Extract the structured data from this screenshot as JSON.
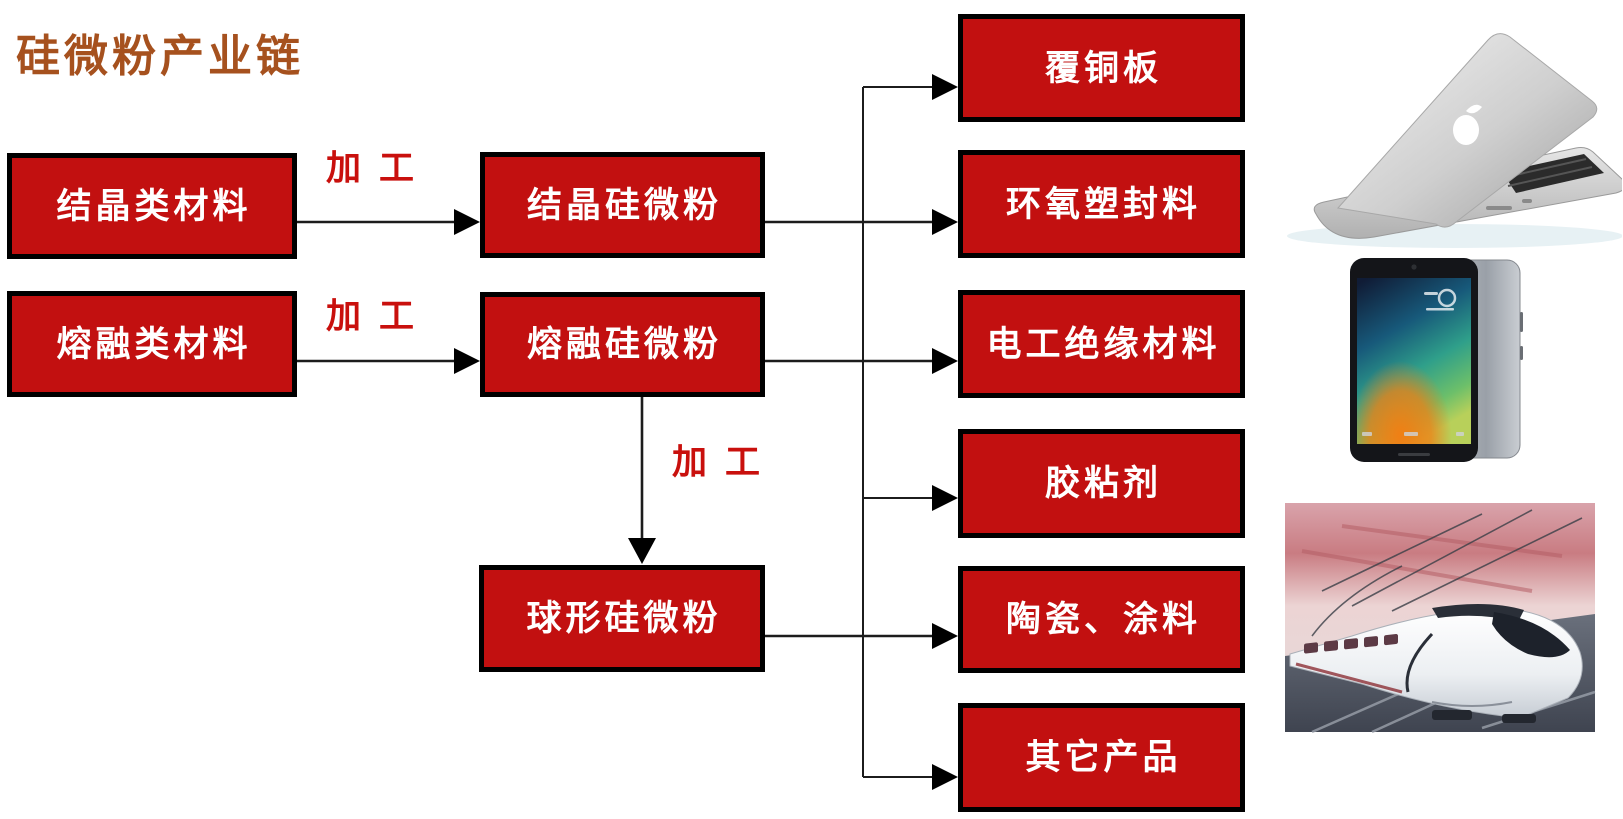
{
  "title": {
    "text": "硅微粉产业链"
  },
  "colors": {
    "title_text": "#A6511E",
    "box_fill": "#C21010",
    "box_border": "#000000",
    "box_text": "#FFFFFF",
    "process_label": "#C9100D",
    "connector_line": "#1C1C1C"
  },
  "nodes": {
    "left": [
      {
        "label": "结晶类材料"
      },
      {
        "label": "熔融类材料"
      }
    ],
    "middle": [
      {
        "label": "结晶硅微粉"
      },
      {
        "label": "熔融硅微粉"
      },
      {
        "label": "球形硅微粉"
      }
    ],
    "right": [
      {
        "label": "覆铜板"
      },
      {
        "label": "环氧塑封料"
      },
      {
        "label": "电工绝缘材料"
      },
      {
        "label": "胶粘剂"
      },
      {
        "label": "陶瓷、涂料"
      },
      {
        "label": "其它产品"
      }
    ]
  },
  "edge_labels": [
    {
      "text": "加工"
    },
    {
      "text": "加工"
    },
    {
      "text": "加工"
    }
  ],
  "illustrations": [
    {
      "name": "laptop-image",
      "desc": "silver Apple laptop, rear three-quarter view"
    },
    {
      "name": "smartphone-image",
      "desc": "smartphone front with colorful screen and gray back panel"
    },
    {
      "name": "train-image",
      "desc": "white high-speed train under pink sunset sky"
    }
  ]
}
